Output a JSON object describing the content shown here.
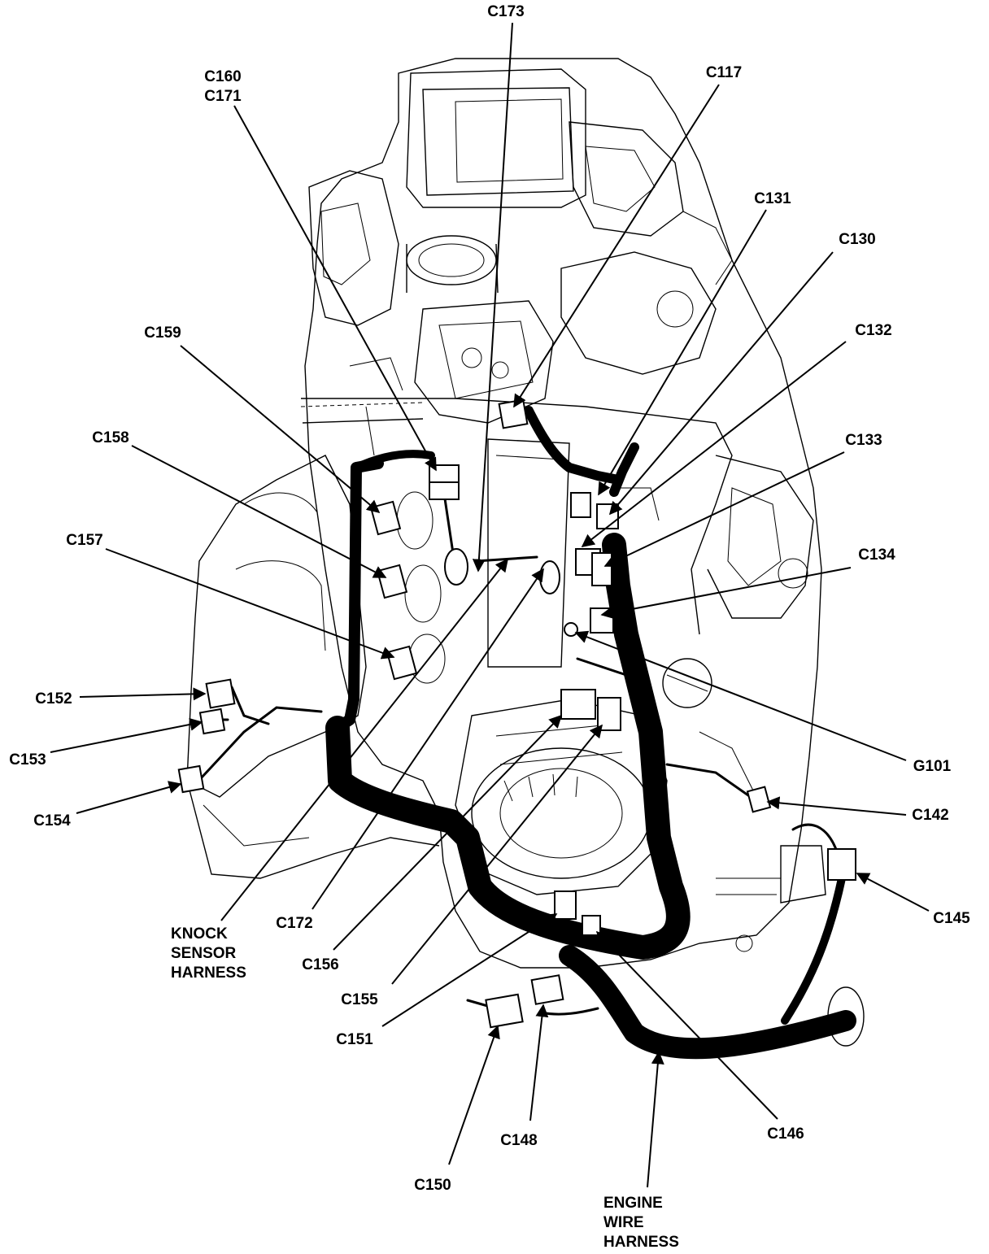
{
  "connectors": {
    "c173": "C173",
    "c160": "C160",
    "c171": "C171",
    "c117": "C117",
    "c131": "C131",
    "c130": "C130",
    "c132": "C132",
    "c159": "C159",
    "c133": "C133",
    "c158": "C158",
    "c134": "C134",
    "c157": "C157",
    "c152": "C152",
    "c153": "C153",
    "c154": "C154",
    "g101": "G101",
    "c142": "C142",
    "c145": "C145",
    "c172": "C172",
    "c156": "C156",
    "c155": "C155",
    "c151": "C151",
    "c146": "C146",
    "c148": "C148",
    "c150": "C150"
  },
  "harness_labels": {
    "knock_sensor": [
      "KNOCK",
      "SENSOR",
      "HARNESS"
    ],
    "engine_wire": [
      "ENGINE",
      "WIRE",
      "HARNESS"
    ]
  }
}
